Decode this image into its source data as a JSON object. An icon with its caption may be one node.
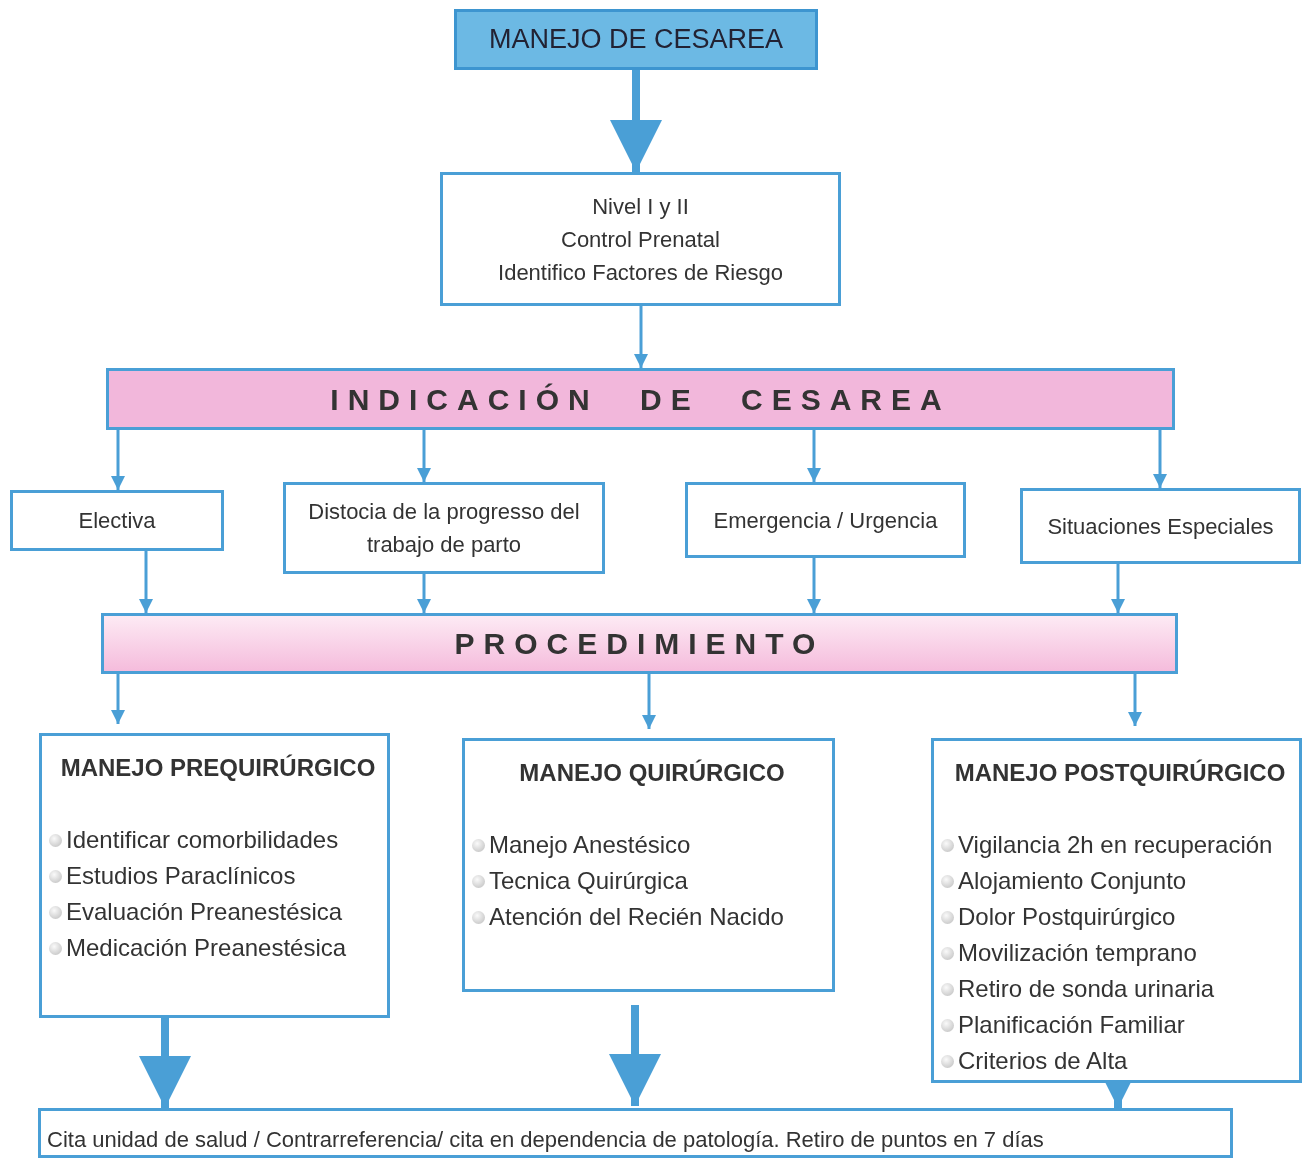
{
  "diagram": {
    "nodes": [
      {
        "text": [
          "MANEJO DE CESAREA"
        ]
      },
      {
        "text": [
          "Nivel I y II",
          "Control Prenatal",
          "Identifico Factores de Riesgo"
        ]
      },
      {
        "text": [
          "INDICACIÓN DE CESAREA"
        ]
      },
      {
        "text": [
          "Electiva"
        ]
      },
      {
        "text": [
          "Distocia de la progresso del trabajo de parto"
        ]
      },
      {
        "text": [
          "Emergencia / Urgencia"
        ]
      },
      {
        "text": [
          "Situaciones Especiales"
        ]
      },
      {
        "text": [
          "PROCEDIMIENTO"
        ]
      },
      {
        "text": [
          "MANEJO PREQUIRÚRGICO",
          "Identificar comorbilidades",
          "Estudios Paraclínicos",
          "Evaluación Preanestésica",
          "Medicación Preanestésica"
        ]
      },
      {
        "text": [
          "MANEJO QUIRÚRGICO",
          "Manejo Anestésico",
          "Tecnica Quirúrgica",
          "Atención del Recién Nacido"
        ]
      },
      {
        "text": [
          "MANEJO POSTQUIRÚRGICO",
          "Vigilancia 2h en recuperación",
          "Alojamiento Conjunto",
          "Dolor Postquirúrgico",
          "Movilización temprano",
          "Retiro de sonda urinaria",
          "Planificación Familiar",
          "Criterios de Alta"
        ]
      },
      {
        "text": [
          "Cita unidad de salud / Contrarreferencia/ cita en dependencia de patología. Retiro de puntos en 7 días"
        ]
      }
    ],
    "edges": [
      {
        "from": 0,
        "to": 1,
        "arrow": "to",
        "style": "thick"
      },
      {
        "from": 1,
        "to": 2,
        "arrow": "to"
      },
      {
        "from": 2,
        "to": 3,
        "arrow": "to"
      },
      {
        "from": 2,
        "to": 4,
        "arrow": "to"
      },
      {
        "from": 2,
        "to": 5,
        "arrow": "to"
      },
      {
        "from": 2,
        "to": 6,
        "arrow": "to"
      },
      {
        "from": 3,
        "to": 7,
        "arrow": "to"
      },
      {
        "from": 4,
        "to": 7,
        "arrow": "to"
      },
      {
        "from": 5,
        "to": 7,
        "arrow": "to"
      },
      {
        "from": 6,
        "to": 7,
        "arrow": "to"
      },
      {
        "from": 7,
        "to": 8,
        "arrow": "to"
      },
      {
        "from": 7,
        "to": 9,
        "arrow": "to"
      },
      {
        "from": 7,
        "to": 10,
        "arrow": "to"
      },
      {
        "from": 8,
        "to": 11,
        "arrow": "to",
        "style": "thick"
      },
      {
        "from": 9,
        "to": 11,
        "arrow": "to",
        "style": "thick"
      },
      {
        "from": 10,
        "to": 11,
        "arrow": "to",
        "style": "thick"
      }
    ]
  }
}
